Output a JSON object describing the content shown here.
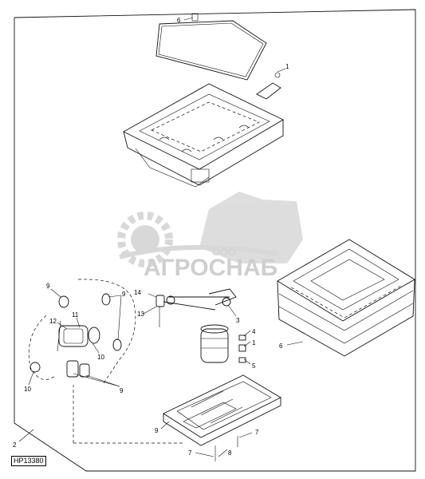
{
  "figure_ref": "HP13380",
  "watermark": {
    "small": "ООО",
    "brand": "АГРОСНАБ"
  },
  "callouts": {
    "c6a": "6",
    "c1a": "1",
    "c9a": "9",
    "c9b": "9",
    "c14": "14",
    "c12": "12",
    "c11": "11",
    "c13": "13",
    "c10a": "10",
    "c10b": "10",
    "c9c": "9",
    "c3": "3",
    "c4": "4",
    "c1b": "1",
    "c5": "5",
    "c6b": "6",
    "c9d": "9",
    "c7a": "7",
    "c7b": "7",
    "c8": "8",
    "c2": "2"
  }
}
